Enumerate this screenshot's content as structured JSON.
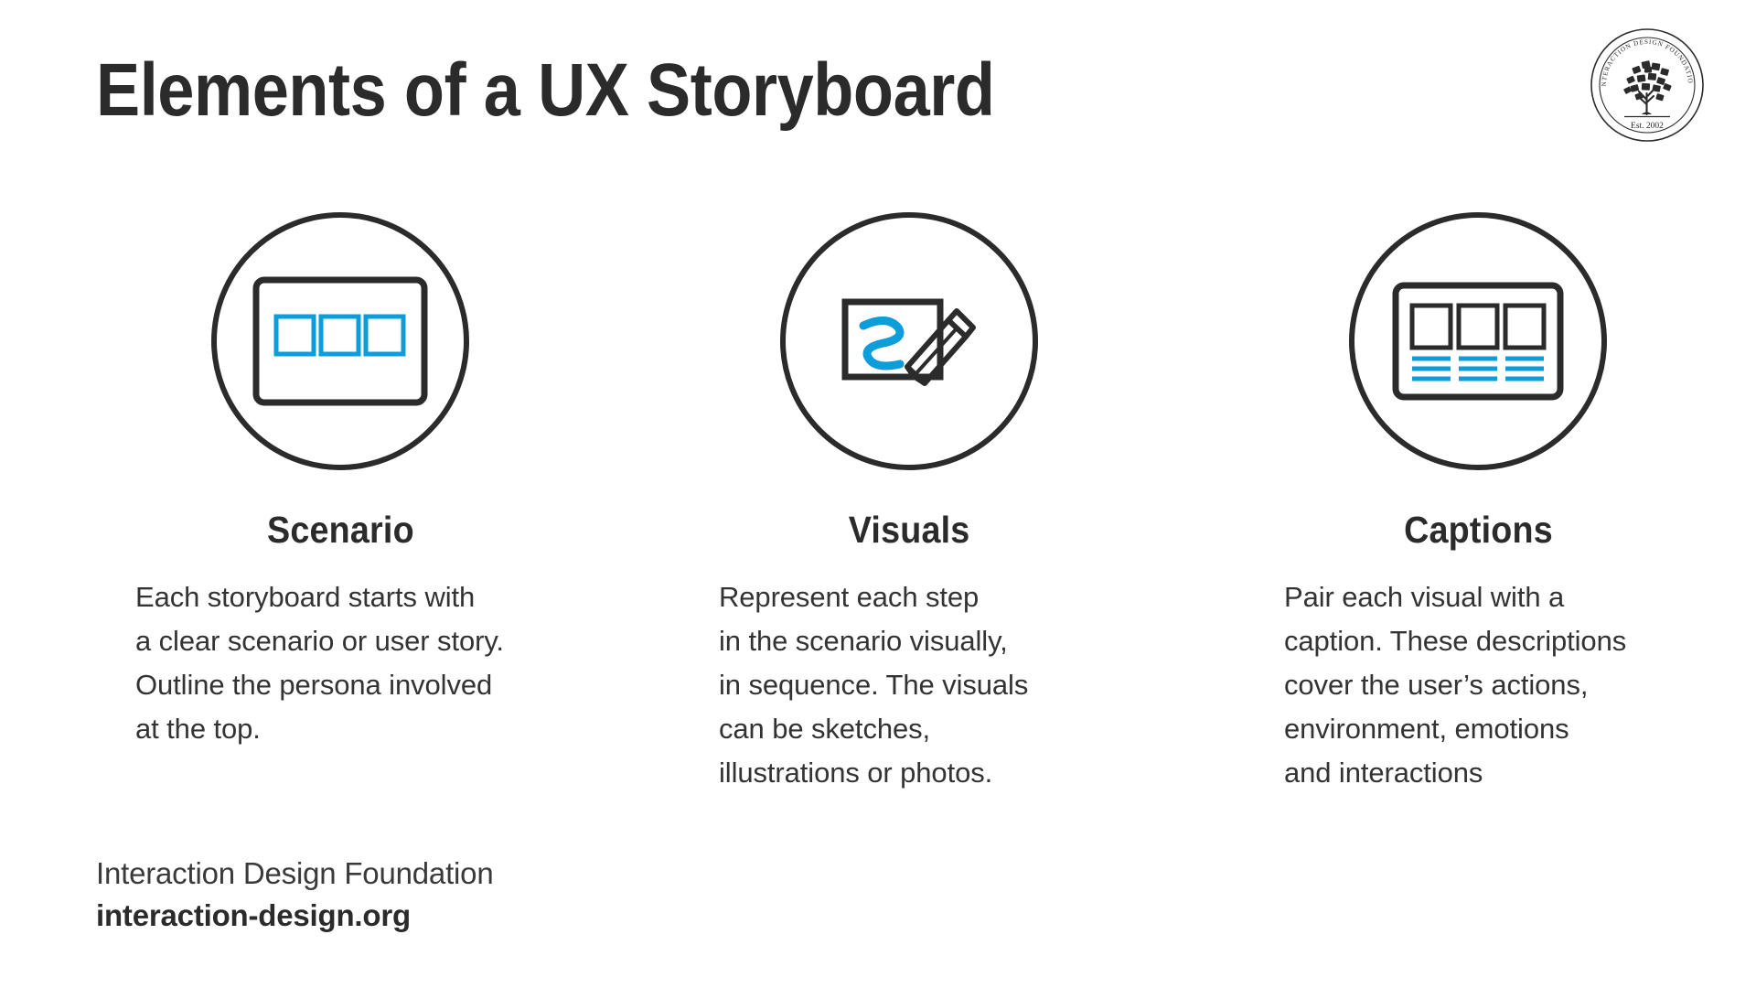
{
  "header": {
    "title": "Elements of a UX Storyboard",
    "logo": {
      "name": "interaction-design-foundation-seal",
      "arc_text": "INTERACTION DESIGN FOUNDATION",
      "established": "Est. 2002"
    }
  },
  "colors": {
    "accent_blue": "#0d9ddb",
    "ink_dark": "#2b2b2b",
    "body_text": "#333333",
    "background": "#ffffff"
  },
  "columns": [
    {
      "id": "scenario",
      "icon_name": "storyboard-frames-icon",
      "title": "Scenario",
      "body_lines": [
        "Each storyboard starts with",
        "a clear scenario or user story.",
        "Outline the persona involved",
        "at the top."
      ]
    },
    {
      "id": "visuals",
      "icon_name": "pencil-sketch-icon",
      "title": "Visuals",
      "body_lines": [
        "Represent each step",
        "in the scenario visually,",
        "in sequence. The visuals",
        "can be sketches,",
        "illustrations or photos."
      ]
    },
    {
      "id": "captions",
      "icon_name": "captioned-frames-icon",
      "title": "Captions",
      "body_lines": [
        "Pair each visual with a",
        "caption. These descriptions",
        "cover the user’s actions,",
        "environment, emotions",
        "and interactions"
      ]
    }
  ],
  "footer": {
    "organization": "Interaction Design Foundation",
    "url": "interaction-design.org"
  }
}
